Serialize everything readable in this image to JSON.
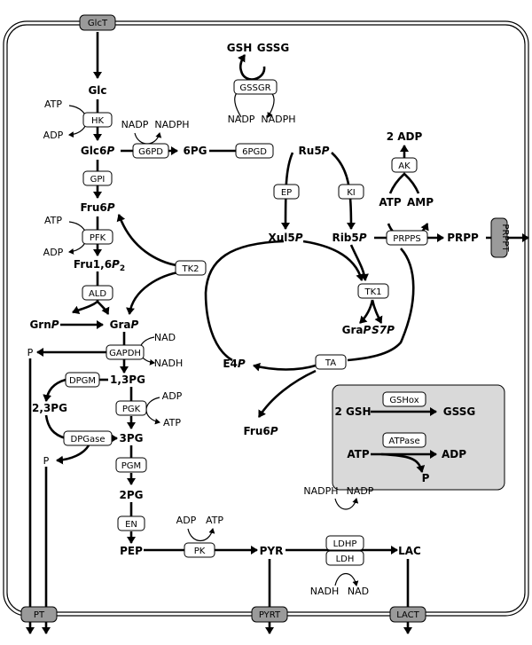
{
  "metabolites": {
    "glc": "Glc",
    "glc6p_pre": "Glc6",
    "glc6p_p": "P",
    "fru6p_pre": "Fru6",
    "fru6p_p": "P",
    "fru16p2_pre": "Fru1,6",
    "fru16p2_p": "P",
    "fru16p2_sub": "2",
    "grnp_pre": "Grn",
    "grnp_p": "P",
    "grap_pre": "Gra",
    "grap_p": "P",
    "bpg13": "1,3PG",
    "bpg23": "2,3PG",
    "pg3": "3PG",
    "pg2": "2PG",
    "pep": "PEP",
    "pyr": "PYR",
    "lac": "LAC",
    "pg6": "6PG",
    "ru5p_pre": "Ru5",
    "ru5p_p": "P",
    "xul5p_pre": "Xul5",
    "xul5p_p": "P",
    "rib5p_pre": "Rib5",
    "rib5p_p": "P",
    "prpp": "PRPP",
    "e4p_pre": "E4",
    "e4p_p": "P",
    "grap2_pre": "Gra",
    "grap2_p": "P",
    "s7p_pre": "S7",
    "s7p_p": "P",
    "fru6p2_pre": "Fru6",
    "fru6p2_p": "P",
    "gsh": "GSH",
    "gssg": "GSSG",
    "adp2": "2 ADP",
    "atp_mid": "ATP",
    "amp": "AMP",
    "p_left": "P",
    "p_left2": "P"
  },
  "cofactors": {
    "hk_atp": "ATP",
    "hk_adp": "ADP",
    "pfk_atp": "ATP",
    "pfk_adp": "ADP",
    "g6pd_nadp": "NADP",
    "g6pd_nadph": "NADPH",
    "pgd_nadp": "NADP",
    "pgd_nadph": "NADPH",
    "gapdh_nad": "NAD",
    "gapdh_nadh": "NADH",
    "pgk_adp": "ADP",
    "pgk_atp": "ATP",
    "pk_adp": "ADP",
    "pk_atp": "ATP",
    "ldhp_nadph": "NADPH",
    "ldhp_nadp": "NADP",
    "ldh_nadh": "NADH",
    "ldh_nad": "NAD"
  },
  "enzymes": {
    "hk": "HK",
    "gpi": "GPI",
    "pfk": "PFK",
    "ald": "ALD",
    "gapdh": "GAPDH",
    "dpgm": "DPGM",
    "dpgase": "DPGase",
    "pgk": "PGK",
    "pgm": "PGM",
    "en": "EN",
    "pk": "PK",
    "ldhp": "LDHP",
    "ldh": "LDH",
    "g6pd": "G6PD",
    "pgd6": "6PGD",
    "gssgr": "GSSGR",
    "ep": "EP",
    "ki": "KI",
    "ak": "AK",
    "prpps": "PRPPS",
    "tk1": "TK1",
    "tk2": "TK2",
    "ta": "TA"
  },
  "transporters": {
    "glct": "GlcT",
    "prppt": "PRPPT",
    "pt": "PT",
    "pyrt": "PYRT",
    "lact": "LACT"
  },
  "legend": {
    "gshox": "GSHox",
    "gshox_left": "2 GSH",
    "gshox_right": "GSSG",
    "atpase": "ATPase",
    "atpase_left": "ATP",
    "atpase_right": "ADP",
    "atpase_p": "P"
  }
}
